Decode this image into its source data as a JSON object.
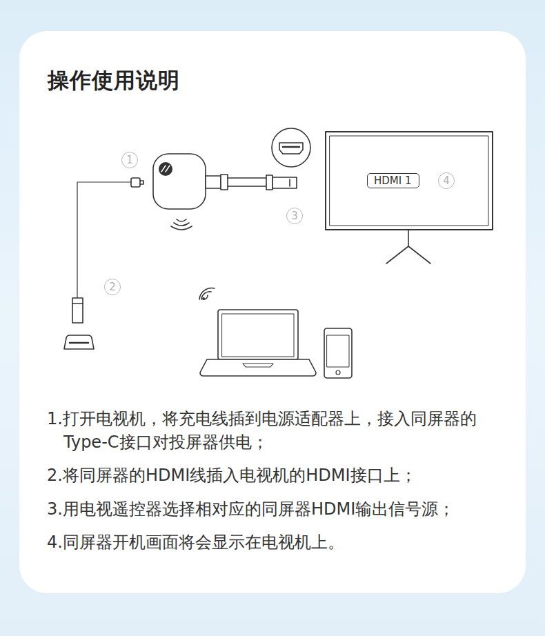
{
  "diagram": {
    "title": "操作使用说明",
    "nodes": [
      {
        "text": [
          "HDMI 1"
        ]
      }
    ],
    "labels": [
      "1",
      "2",
      "3",
      "4",
      "1.打开电视机，将充电线插到电源适配器上，接入同屏器的Type-C接口对投屏器供电；",
      "2.将同屏器的HDMI线插入电视机的HDMI接口上；",
      "3.用电视遥控器选择相对应的同屏器HDMI输出信号源；",
      "4.同屏器开机画面将会显示在电视机上。"
    ]
  }
}
